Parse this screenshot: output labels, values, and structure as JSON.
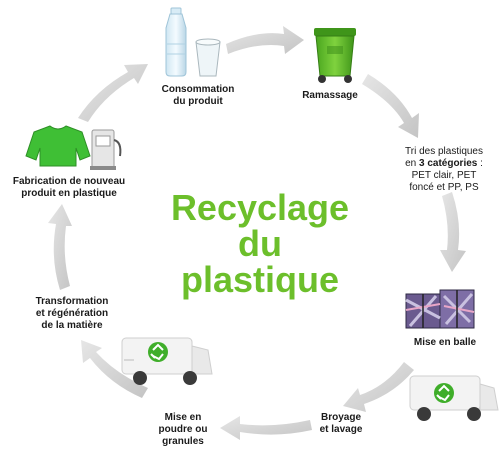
{
  "title": {
    "line1": "Recyclage",
    "line2": "du",
    "line3": "plastique"
  },
  "steps": {
    "consommation": {
      "line1": "Consommation",
      "line2": "du produit"
    },
    "ramassage": {
      "line1": "Ramassage"
    },
    "tri": {
      "line1": "Tri des plastiques",
      "line2_prefix": "en ",
      "line2_bold": "3 catégories",
      "line2_suffix": " :",
      "line3": "PET clair, PET",
      "line4": "foncé et PP, PS"
    },
    "mise_en_balle": {
      "line1": "Mise en balle"
    },
    "broyage": {
      "line1": "Broyage",
      "line2": "et lavage"
    },
    "mise_en_poudre": {
      "line1": "Mise en",
      "line2": "poudre ou",
      "line3": "granules"
    },
    "transformation": {
      "line1": "Transformation",
      "line2": "et régénération",
      "line3": "de la matière"
    },
    "fabrication": {
      "line1": "Fabrication de nouveau",
      "line2": "produit en plastique"
    }
  },
  "icons": [
    "plastic-bottle-icon",
    "plastic-cup-icon",
    "green-wheelie-bin-icon",
    "plastic-bale-icon",
    "recycling-truck-icon",
    "recycling-truck-icon",
    "green-sweater-icon",
    "fuel-pump-icon"
  ],
  "colors": {
    "title": "#6cbf2b",
    "arrow": "#cfcfcf",
    "recycle": "#3fae2a",
    "bin": "#5fb82b"
  }
}
